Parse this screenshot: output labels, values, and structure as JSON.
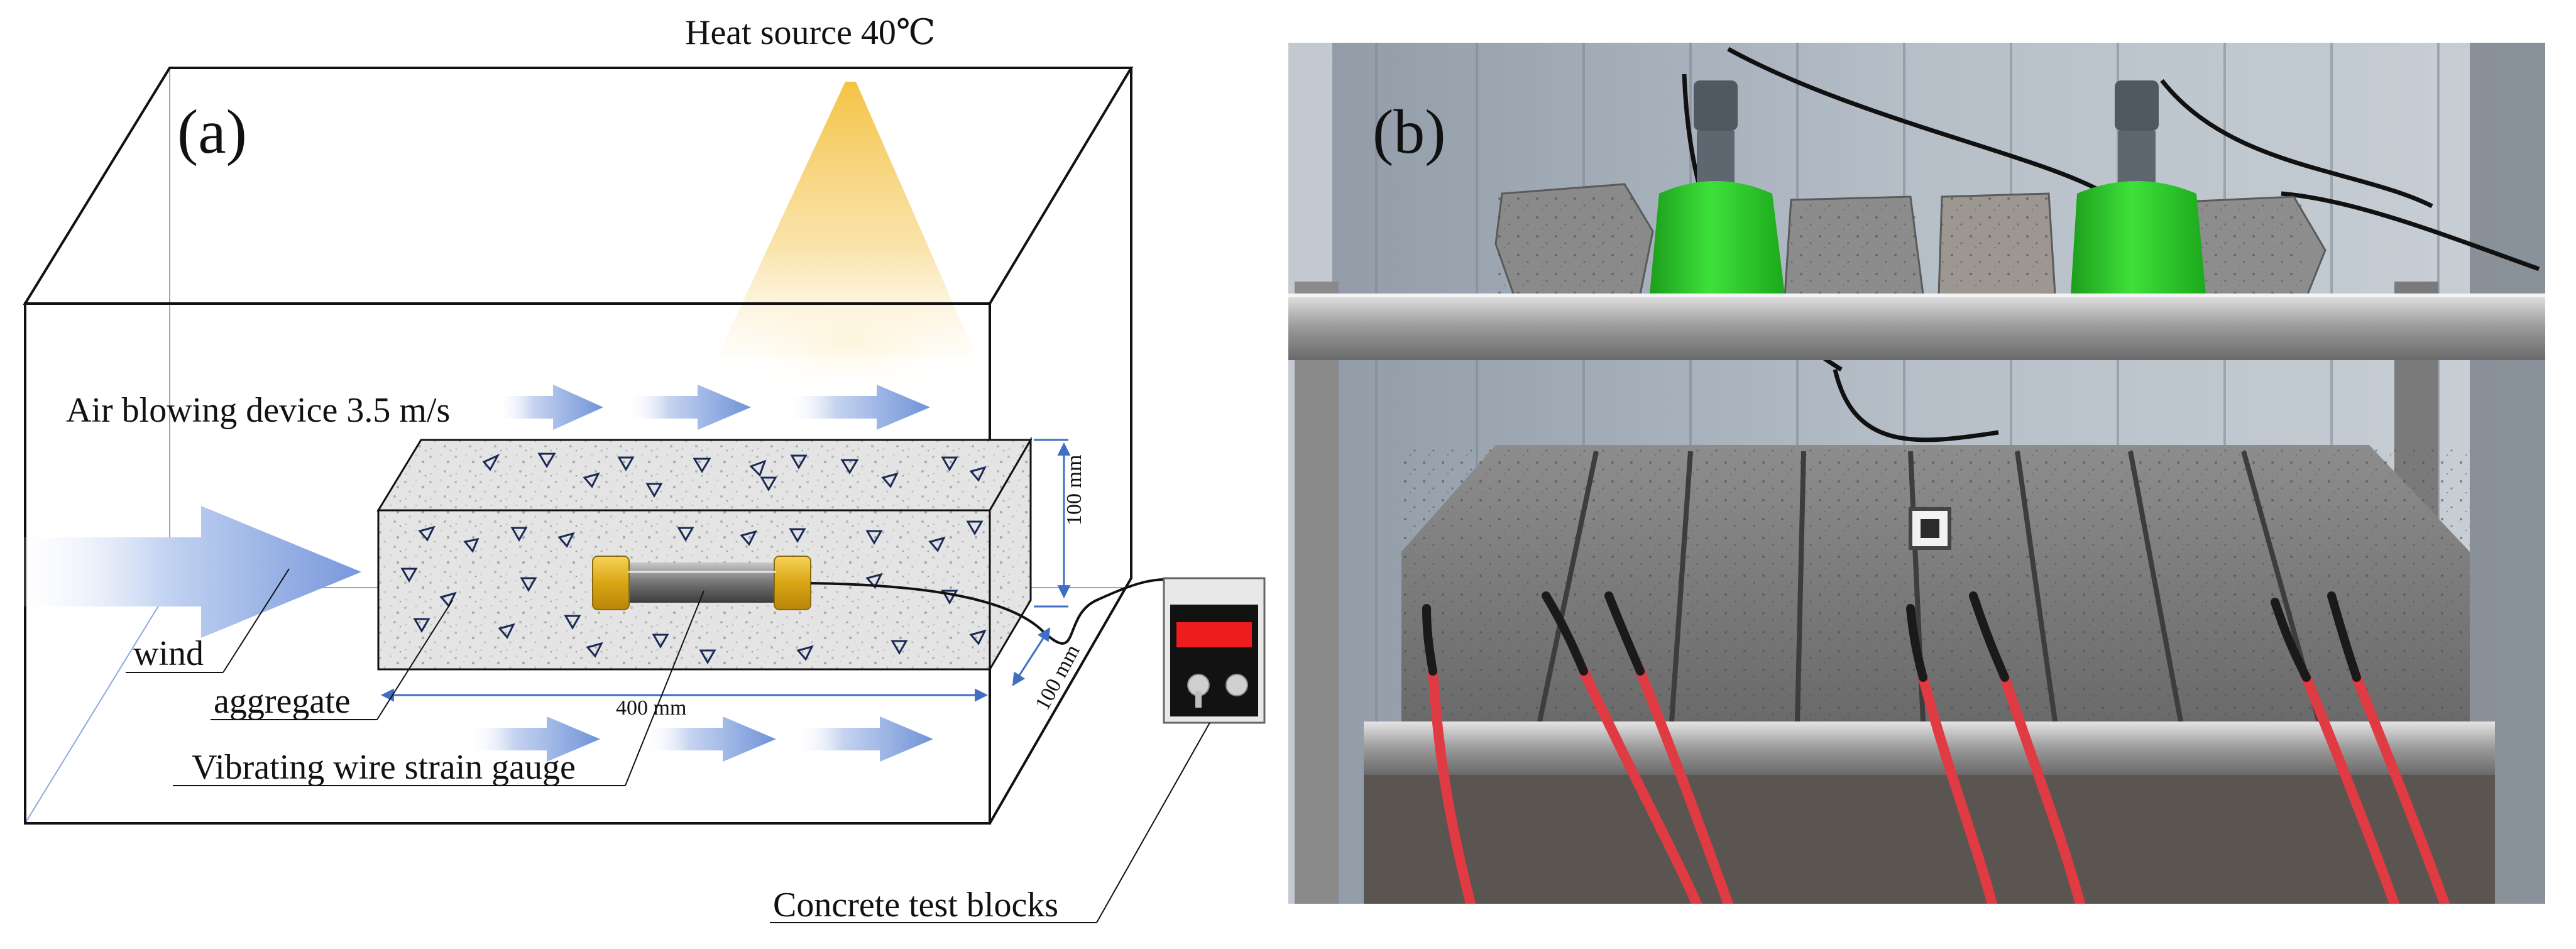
{
  "panel_a": {
    "letter": "(a)",
    "heat_source": "Heat source 40℃",
    "air_blowing": "Air blowing device 3.5 m/s",
    "wind": "wind",
    "aggregate": "aggregate",
    "strain_gauge": "Vibrating wire strain gauge",
    "test_blocks": "Concrete test blocks",
    "dim_length": "400 mm",
    "dim_height": "100 mm",
    "dim_depth": "100 mm"
  },
  "panel_b": {
    "letter": "(b)"
  },
  "colors": {
    "arrow_blue": "#7e9fdc",
    "heat_yellow": "#f3c23e",
    "gauge_gold": "#e0b320",
    "display_red": "#ee1c1c",
    "dimension_blue": "#3f6fc2",
    "cable_red": "#e03a43",
    "sensor_green": "#33d030"
  },
  "icons": [
    "wind-arrow-icon",
    "aggregate-triangle-icon",
    "strain-gauge-icon",
    "readout-device-icon"
  ]
}
